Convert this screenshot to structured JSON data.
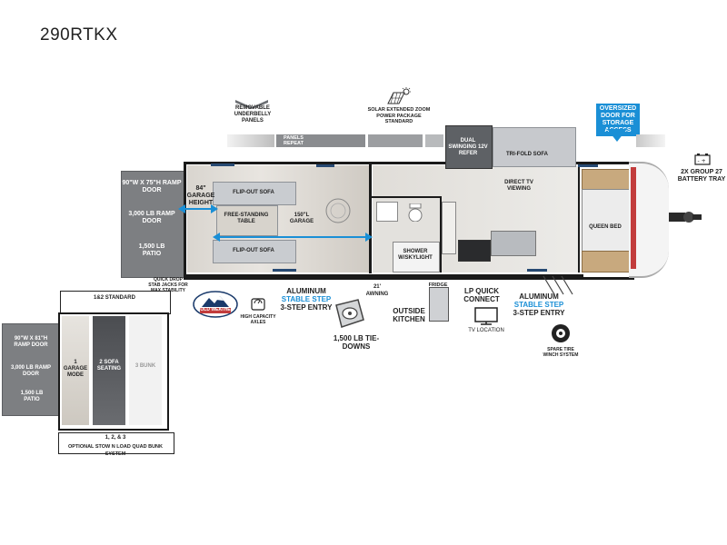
{
  "title": "290RTKX",
  "banner": {
    "removable_underbelly": "REMOVABLE UNDERBELLY PANELS",
    "panels_repeat": "PANELS REPEAT",
    "solar": "SOLAR EXTENDED ZOOM POWER PACKAGE STANDARD",
    "oversized_door": "OVERSIZED DOOR FOR STORAGE ACCESS"
  },
  "main_plan": {
    "ramp_door": "90\"W x 75\"H RAMP DOOR",
    "ramp_capacity": "3,000 LB RAMP DOOR",
    "patio": "1,500 LB PATIO",
    "garage_height": "84\" GARAGE HEIGHT",
    "flip_out_sofa_top": "FLIP-OUT SOFA",
    "free_standing_table": "FREE-STANDING TABLE",
    "garage_length": "150\"L GARAGE",
    "flip_out_sofa_bottom": "FLIP-OUT SOFA",
    "dual_swinging_door": "DUAL SWINGING 12V REFER",
    "tri_fold_sofa": "TRI-FOLD SOFA",
    "direct_tv": "DIRECT TV VIEWING",
    "queen_bed": "QUEEN BED",
    "shower": "SHOWER W/SKYLIGHT",
    "awning": "21' AWNING",
    "fridge": "FRIDGE",
    "battery": "2X GROUP 27 BATTERY TRAY",
    "stab_jacks": "QUICK DROP STAB JACKS FOR MAX STABILITY",
    "cold_weather": "COLD WEATHER",
    "high_capacity": "HIGH CAPACITY AXLES",
    "stable_step_left_1": "ALUMINUM",
    "stable_step_left_2": "STABLE STEP",
    "stable_step_left_3": "3-STEP ENTRY",
    "tie_downs": "1,500 LB TIE-DOWNS",
    "outside_kitchen": "OUTSIDE KITCHEN",
    "lp_quick": "LP QUICK CONNECT",
    "tv_location": "TV LOCATION",
    "stable_step_right_1": "ALUMINUM",
    "stable_step_right_2": "STABLE STEP",
    "stable_step_right_3": "3-STEP ENTRY",
    "spare_tire": "SPARE TIRE WINCH SYSTEM"
  },
  "inset_plan": {
    "header": "1&2 STANDARD",
    "ramp_door": "90\"W x 81\"H RAMP DOOR",
    "ramp_capacity": "3,000 LB RAMP DOOR",
    "patio": "1,500 LB PATIO",
    "bunk1": "1 GARAGE MODE",
    "bunk2": "2 SOFA SEATING",
    "bunk3": "3 BUNK",
    "footer_top": "1, 2, & 3",
    "footer_bottom": "OPTIONAL STOW N LOAD QUAD BUNK SYSTEM"
  },
  "colors": {
    "accent_blue": "#1a8fd6",
    "wall": "#1a1a1a",
    "ramp_gray": "#7d7f82"
  }
}
